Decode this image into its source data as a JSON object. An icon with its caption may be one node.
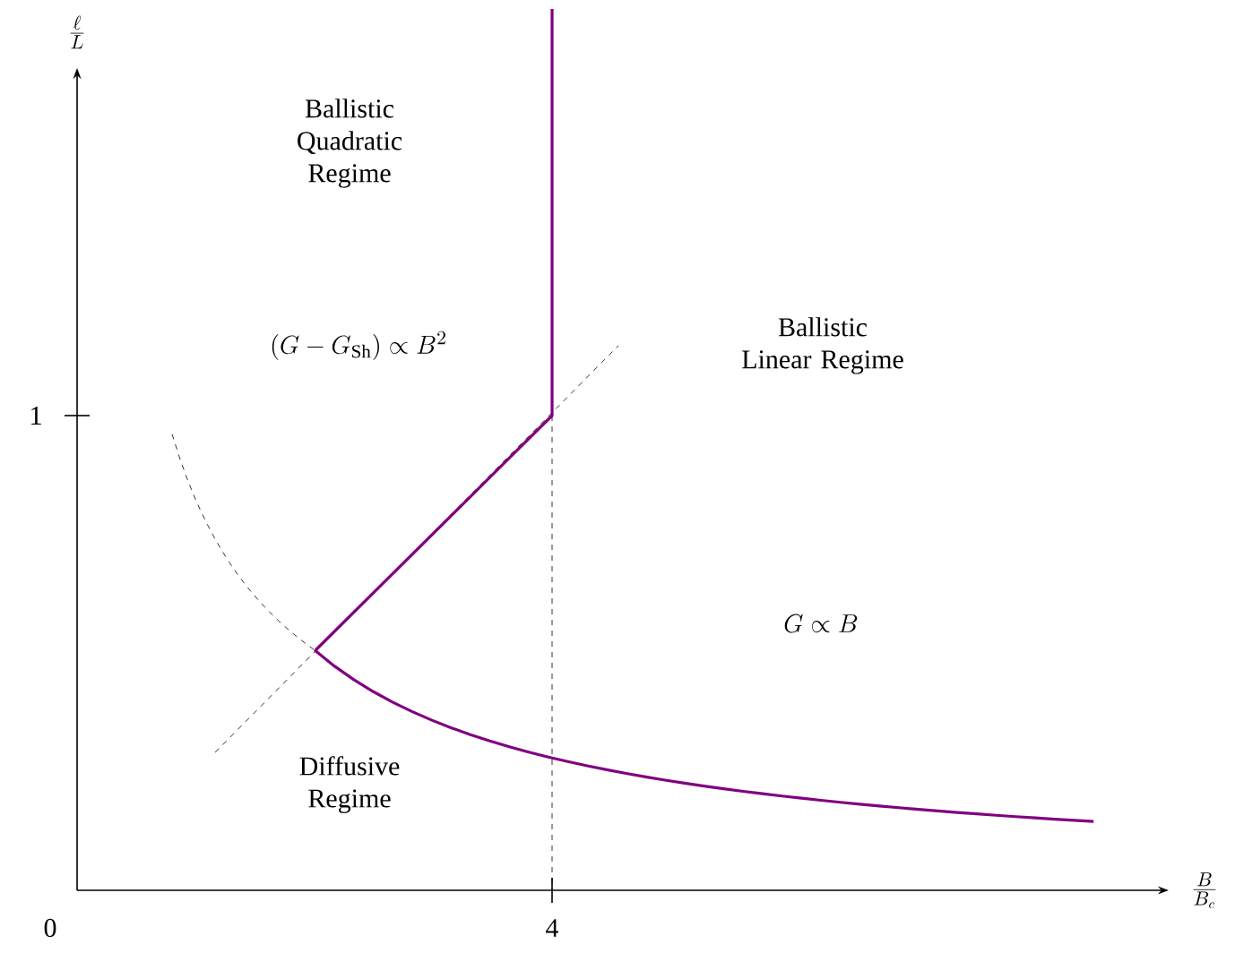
{
  "diagram": {
    "labels": [
      "Ballistic Quadratic Regime",
      "(G - G_{\\mathrm{Sh}}) \\propto B^2",
      "Ballistic Linear Regime",
      "G \\propto B",
      "Diffusive Regime",
      "\\frac{\\ell}{L}",
      "\\frac{B}{B_c}",
      "1",
      "4",
      "0"
    ]
  }
}
